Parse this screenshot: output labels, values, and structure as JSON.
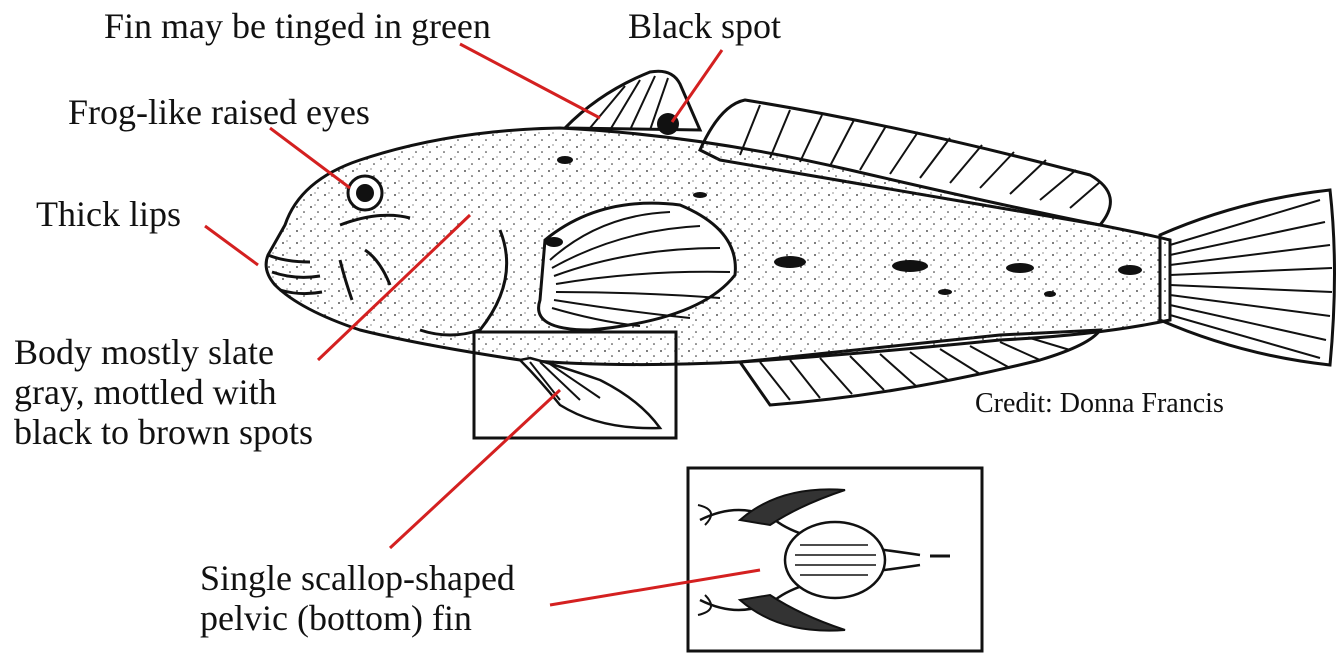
{
  "labels": {
    "fin_green": "Fin may be tinged in green",
    "black_spot": "Black spot",
    "frog_eyes": "Frog-like raised eyes",
    "thick_lips": "Thick lips",
    "body_line1": "Body mostly slate",
    "body_line2": "gray, mottled with",
    "body_line3": "black to brown spots",
    "pelvic_line1": "Single scallop-shaped",
    "pelvic_line2": "pelvic (bottom) fin",
    "credit": "Credit: Donna Francis"
  },
  "colors": {
    "leader_line": "#d42020",
    "ink": "#111111",
    "background": "#ffffff"
  }
}
